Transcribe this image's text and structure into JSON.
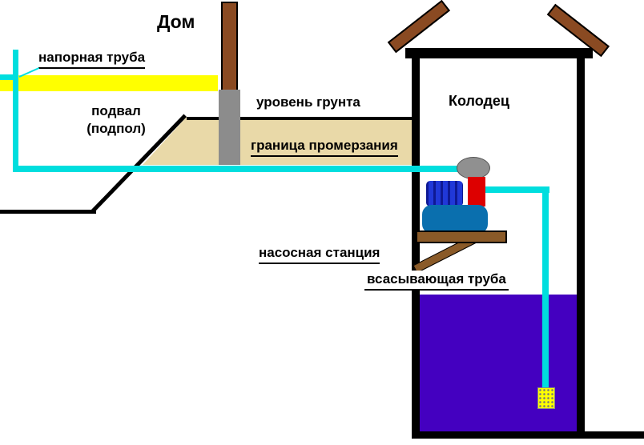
{
  "labels": {
    "house": "Дом",
    "pressure_pipe": "напорная труба",
    "basement_line1": "подвал",
    "basement_line2": "(подпол)",
    "ground_level": "уровень грунта",
    "frost_boundary": "граница промерзания",
    "well": "Колодец",
    "pump_station": "насосная станция",
    "suction_pipe": "всасывающая труба"
  },
  "colors": {
    "pipe": "#00dede",
    "floor": "#ffff00",
    "soil": "#e9d9a8",
    "water": "#4400c0",
    "wood": "#8a5a28",
    "roof": "#8a4a22",
    "foundation": "#8c8c8c",
    "pump-motor": "#2038d8",
    "pump-tank": "#0a6fae",
    "pump-switch": "#dd0000",
    "gauge": "#909090",
    "valve": "#ffff00",
    "line": "#000000"
  }
}
